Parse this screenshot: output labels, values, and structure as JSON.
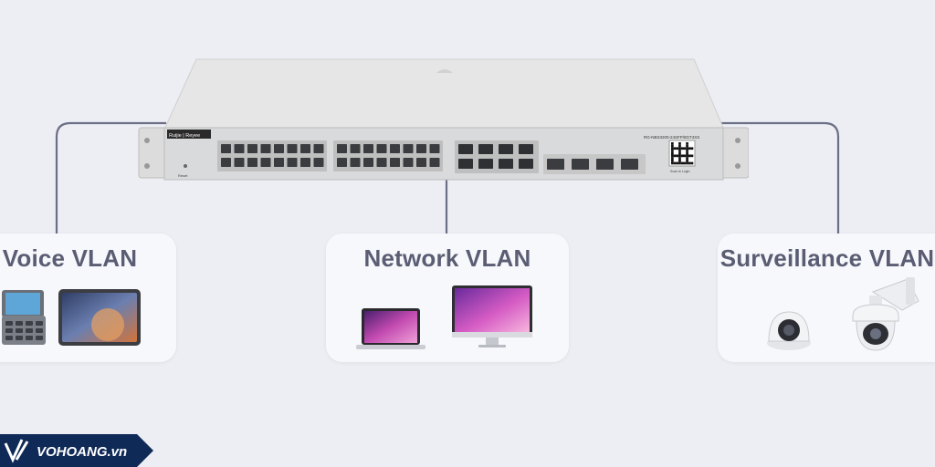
{
  "vlans": [
    {
      "title": "Voice VLAN",
      "devices": [
        "ip-phone",
        "tablet"
      ]
    },
    {
      "title": "Network VLAN",
      "devices": [
        "laptop",
        "desktop-monitor"
      ]
    },
    {
      "title": "Surveillance VLAN",
      "devices": [
        "dome-camera",
        "ptz-camera"
      ]
    }
  ],
  "switch": {
    "brand": "Ruijie | Reyee",
    "model": "RG-NBS3200-24SFP/8GT4XS",
    "reset_label": "Reset",
    "qr_caption": "Scan to Login"
  },
  "watermark": {
    "text": "VOHOANG.vn"
  },
  "colors": {
    "background": "#eceef3",
    "card": "#f7f8fb",
    "wire": "#6b6f86",
    "title": "#5a5d73",
    "brand": "#0f2a57"
  }
}
